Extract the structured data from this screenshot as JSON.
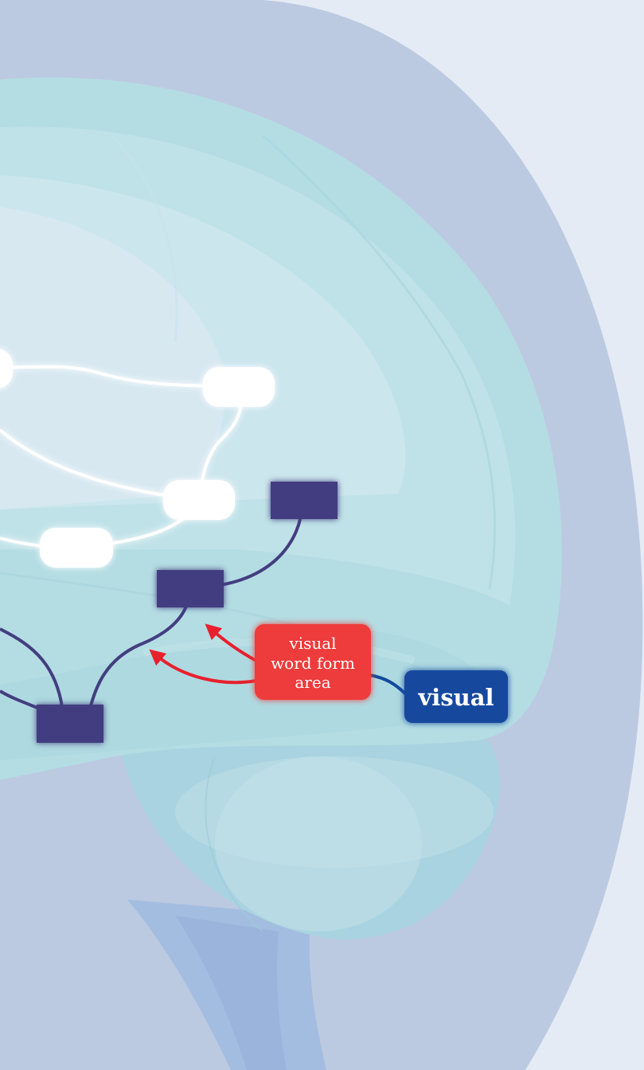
{
  "labels": {
    "vwfa_line1": "visual",
    "vwfa_line2": "word form",
    "vwfa_line3": "area",
    "visual": "visual"
  },
  "colors": {
    "background": "#e4ebf5",
    "head": "#bccae1",
    "brain_teal": "#b4dde3",
    "node_white": "#ffffff",
    "node_purple": "#433e80",
    "link_white": "#ffffff",
    "link_purple": "#433e80",
    "vwfa_box": "#ee3b3b",
    "vwfa_arrow": "#e8202e",
    "visual_box": "#134a9e"
  }
}
